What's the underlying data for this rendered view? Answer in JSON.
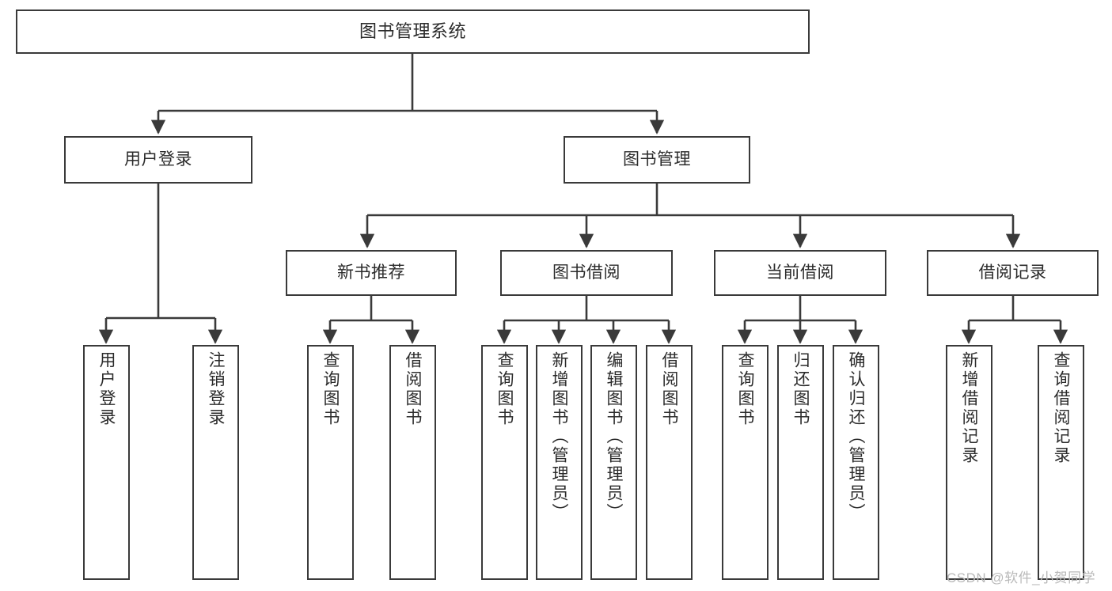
{
  "diagram": {
    "title": "图书管理系统",
    "type": "tree-hierarchy-diagram",
    "watermark": "CSDN @软件_小贺同学",
    "colors": {
      "box_border": "#3a3a3a",
      "box_fill": "#ffffff",
      "connector": "#3a3a3a",
      "text": "#2b2b2b",
      "watermark": "#b9b9b9",
      "background": "#ffffff"
    },
    "nodes": {
      "root": {
        "label": "图书管理系统"
      },
      "level2": [
        {
          "id": "user-login",
          "label": "用户登录"
        },
        {
          "id": "book-management",
          "label": "图书管理"
        }
      ],
      "level3": [
        {
          "id": "new-book-recommend",
          "label": "新书推荐"
        },
        {
          "id": "book-borrow",
          "label": "图书借阅"
        },
        {
          "id": "current-borrow",
          "label": "当前借阅"
        },
        {
          "id": "borrow-record",
          "label": "借阅记录"
        }
      ],
      "leaves": {
        "user-login": [
          {
            "id": "leaf-user-login",
            "label": "用户登录"
          },
          {
            "id": "leaf-logout-login",
            "label": "注销登录"
          }
        ],
        "new-book-recommend": [
          {
            "id": "leaf-query-book-1",
            "label": "查询图书"
          },
          {
            "id": "leaf-borrow-book-1",
            "label": "借阅图书"
          }
        ],
        "book-borrow": [
          {
            "id": "leaf-query-book-2",
            "label": "查询图书"
          },
          {
            "id": "leaf-add-book",
            "label": "新增图书（管理员）"
          },
          {
            "id": "leaf-edit-book",
            "label": "编辑图书（管理员）"
          },
          {
            "id": "leaf-borrow-book-2",
            "label": "借阅图书"
          }
        ],
        "current-borrow": [
          {
            "id": "leaf-query-book-3",
            "label": "查询图书"
          },
          {
            "id": "leaf-return-book",
            "label": "归还图书"
          },
          {
            "id": "leaf-confirm-return",
            "label": "确认归还（管理员）"
          }
        ],
        "borrow-record": [
          {
            "id": "leaf-add-record",
            "label": "新增借阅记录"
          },
          {
            "id": "leaf-query-record",
            "label": "查询借阅记录"
          }
        ]
      }
    }
  }
}
